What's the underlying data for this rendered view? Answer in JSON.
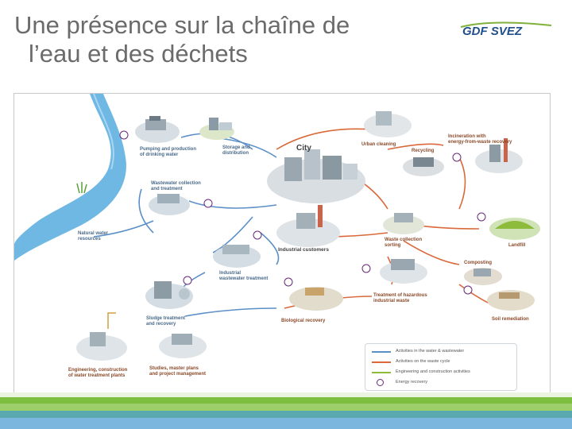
{
  "title": {
    "line1": "Une présence sur la chaîne de",
    "line2": "l’eau et des déchets"
  },
  "logo": {
    "text": "GDF SVEZ"
  },
  "diagram": {
    "nodes": {
      "pumping": "Pumping and production\nof drinking water",
      "storage": "Storage and\ndistribution",
      "city": "City",
      "urban_cleaning": "Urban cleaning",
      "recycling": "Recycling",
      "incineration": "Incineration with\nenergy-from-waste recovery",
      "wastewater": "Wastewater collection\nand treatment",
      "natural_water": "Natural water\nresources",
      "industrial_customers": "Industrial customers",
      "waste_collection": "Waste collection\nsorting",
      "landfill": "Landfill",
      "composting": "Composting",
      "industrial_wastewater": "Industrial\nwastewater treatment",
      "hazardous": "Treatment of hazardous\nindustrial waste",
      "soil": "Soil remediation",
      "sludge": "Sludge treatment\nand recovery",
      "biological": "Biological recovery",
      "engineering": "Engineering, construction\nof water treatment plants",
      "studies": "Studies, master plans\nand project management"
    },
    "legend": [
      {
        "label": "Activities in the water & wastewater",
        "color": "#5b8fc7",
        "kind": "arrow"
      },
      {
        "label": "Activities on the waste cycle",
        "color": "#d9693a",
        "kind": "arrow"
      },
      {
        "label": "Engineering and construction activities",
        "color": "#8dbb3c",
        "kind": "line"
      },
      {
        "label": "Energy recovery",
        "color": "#6a2a7a",
        "kind": "icon"
      }
    ]
  }
}
